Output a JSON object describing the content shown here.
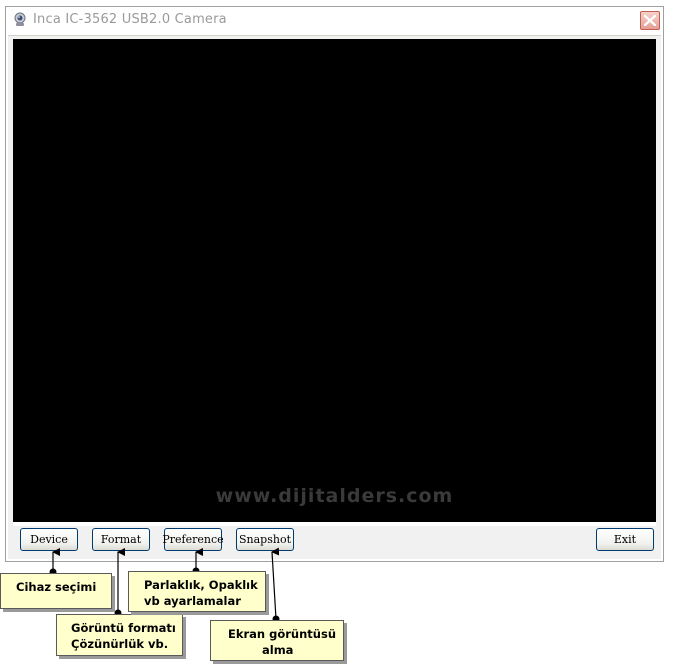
{
  "window": {
    "title": "Inca IC-3562 USB2.0 Camera"
  },
  "video": {
    "watermark": "www.dijitalders.com"
  },
  "buttons": {
    "device": "Device",
    "format": "Format",
    "preference": "Preference",
    "snapshot": "Snapshot",
    "exit": "Exit"
  },
  "callouts": {
    "device": [
      "Cihaz seçimi"
    ],
    "format": [
      "Görüntü formatı",
      "Çözünürlük vb."
    ],
    "preference": [
      "Parlaklık, Opaklık",
      "vb ayarlamalar"
    ],
    "snapshot": [
      "Ekran görüntüsü",
      "alma"
    ]
  },
  "icons": {
    "app": "webcam-icon",
    "close": "close-icon"
  },
  "colors": {
    "callout_background": "#ffffcc",
    "video_background": "#000000",
    "close_button": "#e59f95"
  }
}
